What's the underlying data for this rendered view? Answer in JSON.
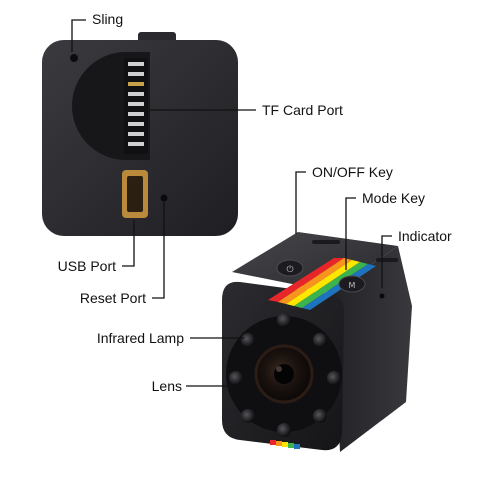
{
  "diagram": {
    "labels": {
      "sling": "Sling",
      "tf_card_port": "TF Card Port",
      "on_off_key": "ON/OFF Key",
      "mode_key": "Mode Key",
      "indicator": "Indicator",
      "usb_port": "USB Port",
      "reset_port": "Reset Port",
      "infrared_lamp": "Infrared Lamp",
      "lens": "Lens"
    },
    "colors": {
      "body": "#2b2b2f",
      "body_dark": "#1a1a1d",
      "stripe": [
        "#e8262a",
        "#f7941d",
        "#ffe600",
        "#3cb44b",
        "#1e73be"
      ],
      "usb_gold": "#b98a3c",
      "leader_line": "#111111"
    }
  }
}
